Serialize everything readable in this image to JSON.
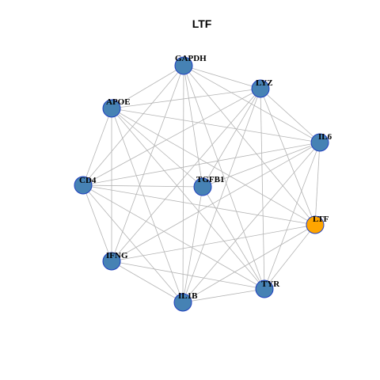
{
  "title": "LTF",
  "colors": {
    "default_node": "#4682B4",
    "highlight_node": "#FFA500",
    "node_border": "#1f3fbf",
    "edge": "#b4b4b4"
  },
  "highlight": "LTF",
  "nodes": [
    {
      "id": "GAPDH",
      "label": "GAPDH"
    },
    {
      "id": "LYZ",
      "label": "LYZ"
    },
    {
      "id": "APOE",
      "label": "APOE"
    },
    {
      "id": "IL6",
      "label": "IL6"
    },
    {
      "id": "CD4",
      "label": "CD4"
    },
    {
      "id": "TGFB1",
      "label": "TGFB1"
    },
    {
      "id": "LTF",
      "label": "LTF"
    },
    {
      "id": "IFNG",
      "label": "IFNG"
    },
    {
      "id": "TYR",
      "label": "TYR"
    },
    {
      "id": "IL1B",
      "label": "IL1B"
    }
  ],
  "edges": [
    [
      "GAPDH",
      "LYZ"
    ],
    [
      "GAPDH",
      "APOE"
    ],
    [
      "GAPDH",
      "IL6"
    ],
    [
      "GAPDH",
      "CD4"
    ],
    [
      "GAPDH",
      "TGFB1"
    ],
    [
      "GAPDH",
      "LTF"
    ],
    [
      "GAPDH",
      "IFNG"
    ],
    [
      "GAPDH",
      "TYR"
    ],
    [
      "GAPDH",
      "IL1B"
    ],
    [
      "LYZ",
      "APOE"
    ],
    [
      "LYZ",
      "IL6"
    ],
    [
      "LYZ",
      "CD4"
    ],
    [
      "LYZ",
      "TGFB1"
    ],
    [
      "LYZ",
      "LTF"
    ],
    [
      "LYZ",
      "IFNG"
    ],
    [
      "LYZ",
      "TYR"
    ],
    [
      "LYZ",
      "IL1B"
    ],
    [
      "APOE",
      "IL6"
    ],
    [
      "APOE",
      "CD4"
    ],
    [
      "APOE",
      "TGFB1"
    ],
    [
      "APOE",
      "LTF"
    ],
    [
      "APOE",
      "IFNG"
    ],
    [
      "APOE",
      "TYR"
    ],
    [
      "APOE",
      "IL1B"
    ],
    [
      "IL6",
      "CD4"
    ],
    [
      "IL6",
      "TGFB1"
    ],
    [
      "IL6",
      "LTF"
    ],
    [
      "IL6",
      "IFNG"
    ],
    [
      "IL6",
      "TYR"
    ],
    [
      "IL6",
      "IL1B"
    ],
    [
      "CD4",
      "TGFB1"
    ],
    [
      "CD4",
      "LTF"
    ],
    [
      "CD4",
      "IFNG"
    ],
    [
      "CD4",
      "TYR"
    ],
    [
      "CD4",
      "IL1B"
    ],
    [
      "TGFB1",
      "IL1B"
    ],
    [
      "TGFB1",
      "TYR"
    ],
    [
      "LTF",
      "IFNG"
    ],
    [
      "LTF",
      "TYR"
    ],
    [
      "LTF",
      "IL1B"
    ],
    [
      "IFNG",
      "TYR"
    ],
    [
      "IFNG",
      "IL1B"
    ],
    [
      "TYR",
      "IL1B"
    ]
  ]
}
